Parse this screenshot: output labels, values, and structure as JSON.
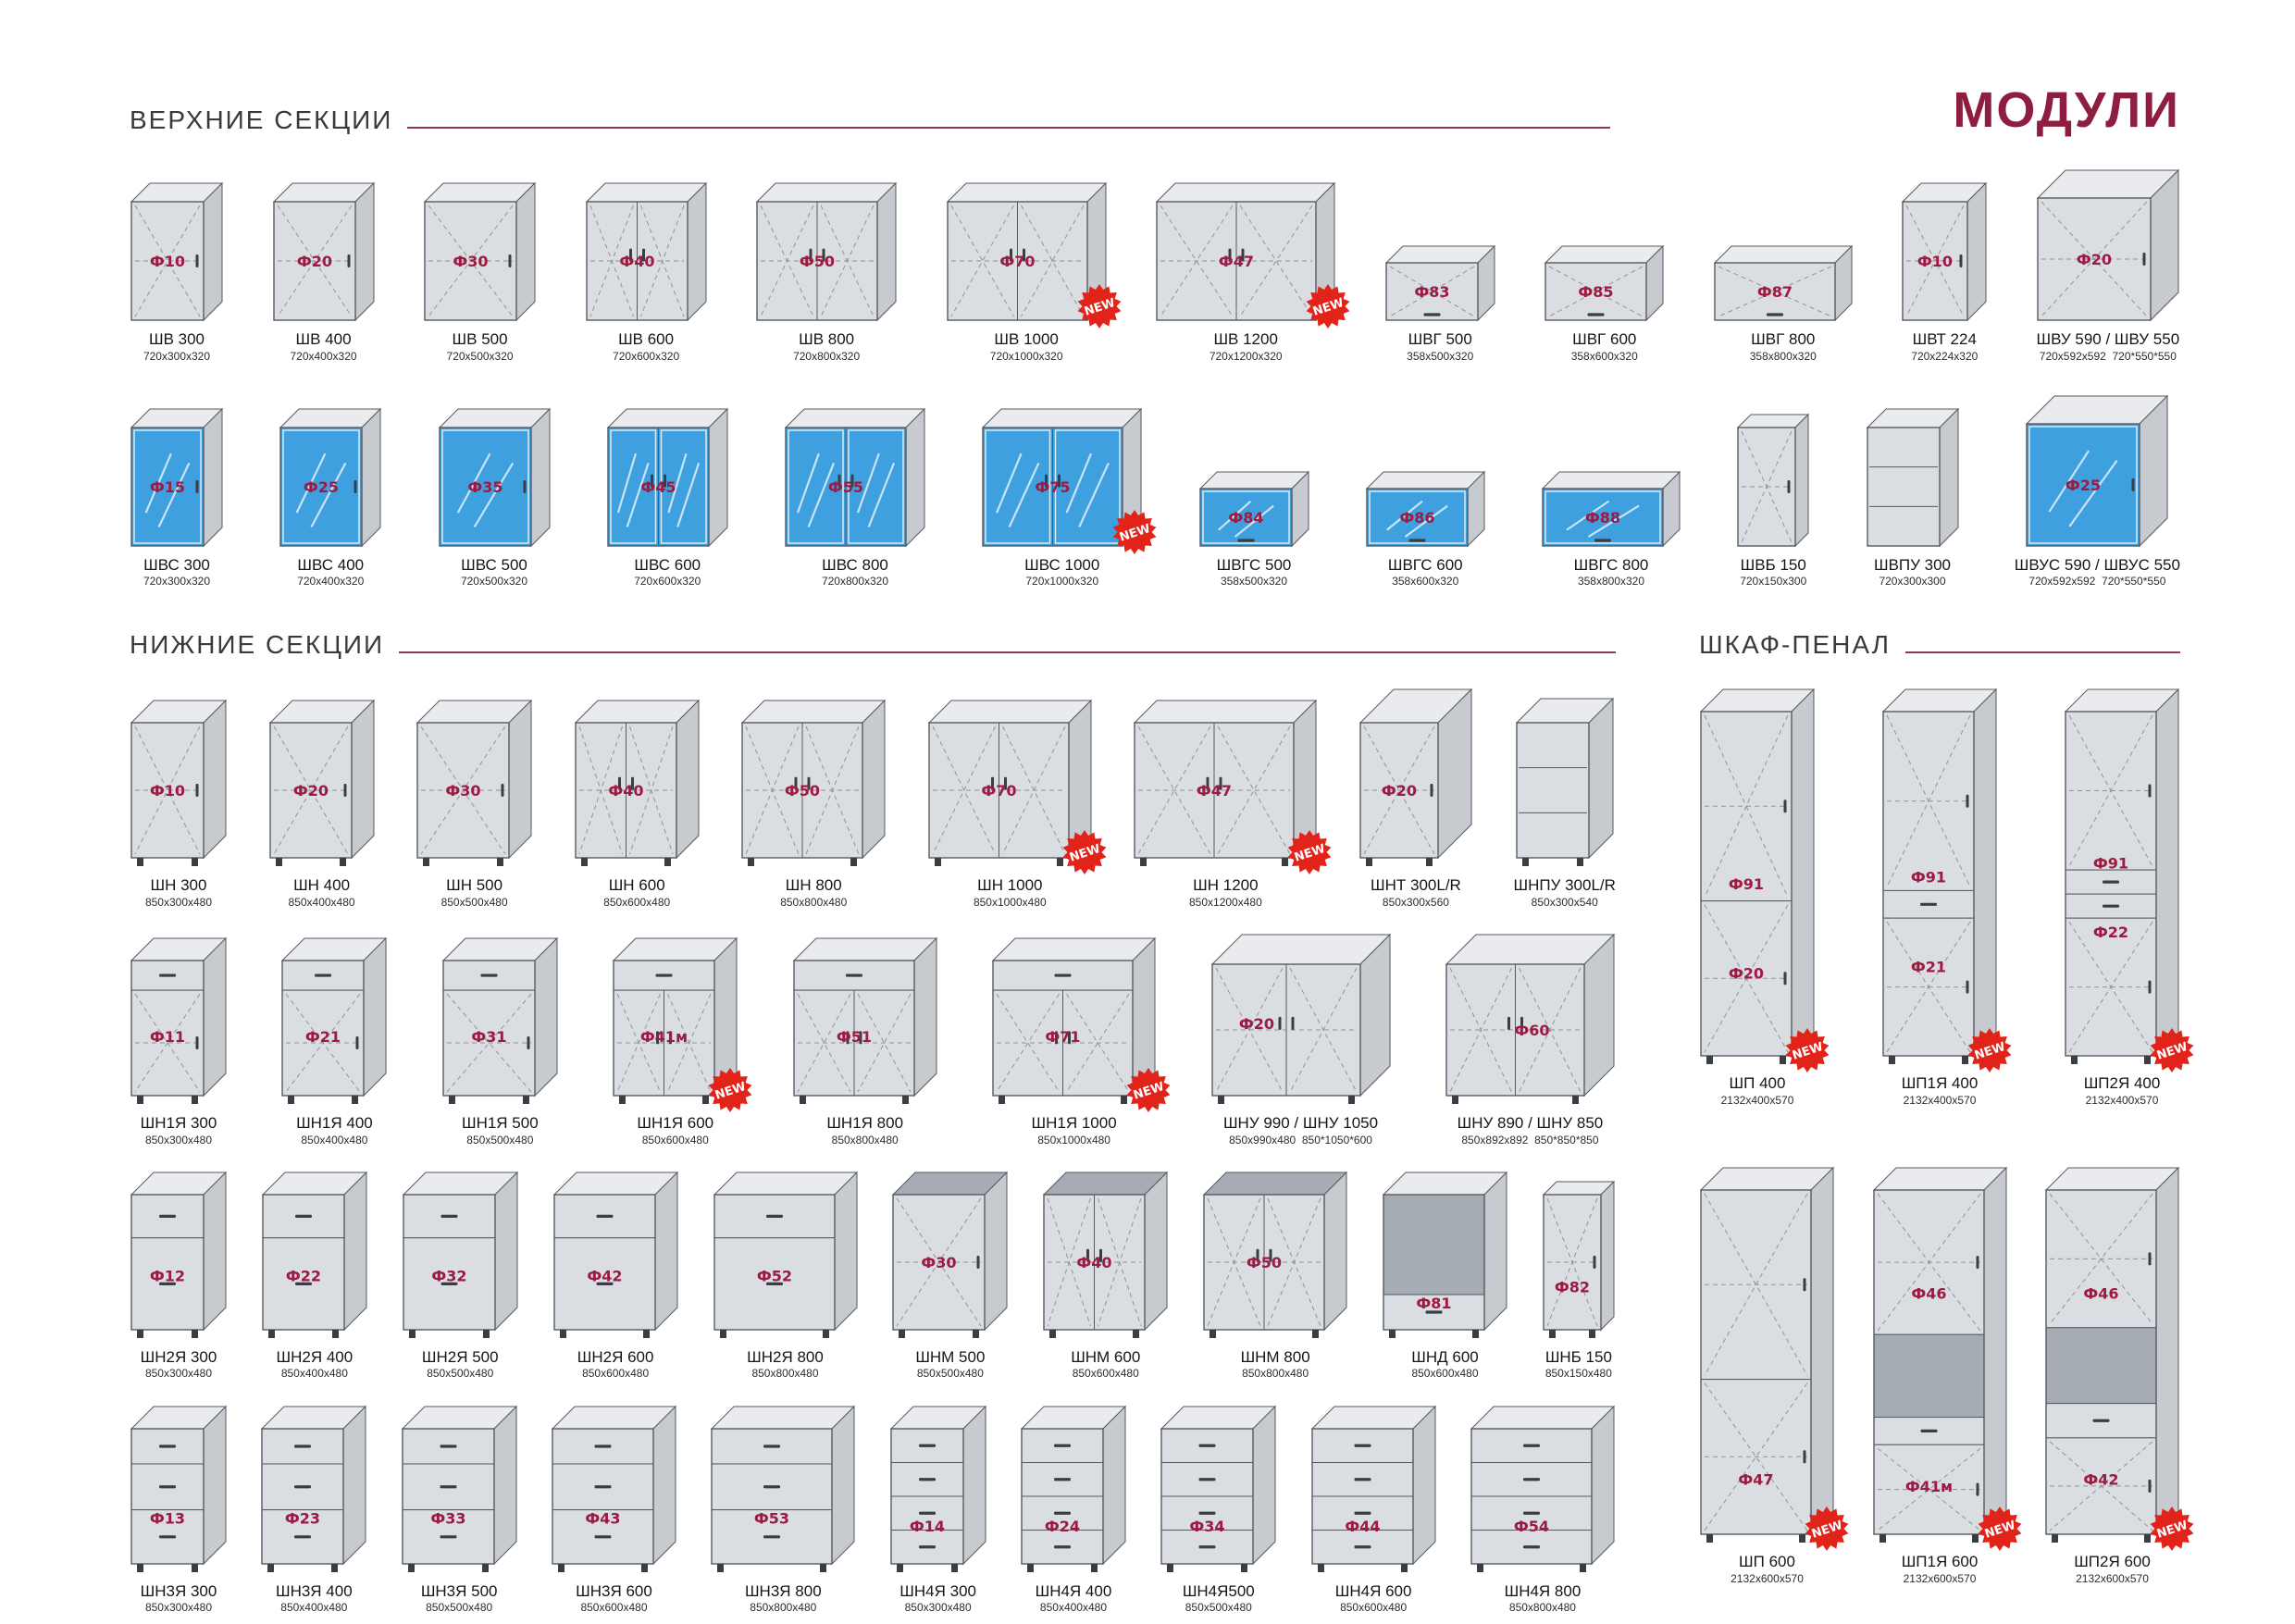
{
  "page_title": "МОДУЛИ",
  "new_label": "NEW",
  "colors": {
    "accent": "#8e1e3f",
    "rule": "#8e3a50",
    "code": "#9d1b42",
    "new_badge": "#e2231a",
    "glass": "#3fa0e0",
    "glass_streak": "#d6ecf9",
    "cab_front": "#dadde1",
    "cab_side": "#c7cbd0",
    "cab_top": "#e9ebee",
    "cab_open": "#a6acb3",
    "line": "#565a60"
  },
  "upper": {
    "title": "ВЕРХНИЕ СЕКЦИИ",
    "rows": [
      [
        {
          "name": "ШВ 300",
          "dims": "720х300х320",
          "code": "Ф10",
          "kind": "u1",
          "wmm": 300
        },
        {
          "name": "ШВ 400",
          "dims": "720х400х320",
          "code": "Ф20",
          "kind": "u1",
          "wmm": 400
        },
        {
          "name": "ШВ 500",
          "dims": "720х500х320",
          "code": "Ф30",
          "kind": "u1",
          "wmm": 500
        },
        {
          "name": "ШВ 600",
          "dims": "720х600х320",
          "code": "Ф40",
          "kind": "u2",
          "wmm": 600
        },
        {
          "name": "ШВ 800",
          "dims": "720х800х320",
          "code": "Ф50",
          "kind": "u2",
          "wmm": 800
        },
        {
          "name": "ШВ 1000",
          "dims": "720х1000х320",
          "code": "Ф70",
          "kind": "u2",
          "wmm": 1000,
          "new": true
        },
        {
          "name": "ШВ 1200",
          "dims": "720х1200х320",
          "code": "Ф47",
          "kind": "u2",
          "wmm": 1200,
          "new": true
        },
        {
          "name": "ШВГ 500",
          "dims": "358х500х320",
          "code": "Ф83",
          "kind": "uh",
          "wmm": 500
        },
        {
          "name": "ШВГ 600",
          "dims": "358х600х320",
          "code": "Ф85",
          "kind": "uh",
          "wmm": 600
        },
        {
          "name": "ШВГ 800",
          "dims": "358х800х320",
          "code": "Ф87",
          "kind": "uh",
          "wmm": 800
        },
        {
          "name": "ШВТ 224",
          "dims": "720х224х320",
          "code": "Ф10",
          "kind": "u1",
          "wmm": 224
        },
        {
          "name": "ШВУ 590 / ШВУ 550",
          "dims": "720х592х592  720*550*550",
          "code": "Ф20",
          "kind": "uu",
          "wmm": 590
        }
      ],
      [
        {
          "name": "ШВС 300",
          "dims": "720х300х320",
          "code": "Ф15",
          "kind": "ug1",
          "wmm": 300
        },
        {
          "name": "ШВС 400",
          "dims": "720х400х320",
          "code": "Ф25",
          "kind": "ug1",
          "wmm": 400
        },
        {
          "name": "ШВС 500",
          "dims": "720х500х320",
          "code": "Ф35",
          "kind": "ug1",
          "wmm": 500
        },
        {
          "name": "ШВС 600",
          "dims": "720х600х320",
          "code": "Ф45",
          "kind": "ug2",
          "wmm": 600
        },
        {
          "name": "ШВС 800",
          "dims": "720х800х320",
          "code": "Ф55",
          "kind": "ug2",
          "wmm": 800
        },
        {
          "name": "ШВС 1000",
          "dims": "720х1000х320",
          "code": "Ф75",
          "kind": "ug2",
          "wmm": 1000,
          "new": true
        },
        {
          "name": "ШВГС 500",
          "dims": "358х500х320",
          "code": "Ф84",
          "kind": "uhg",
          "wmm": 500
        },
        {
          "name": "ШВГС 600",
          "dims": "358х600х320",
          "code": "Ф86",
          "kind": "uhg",
          "wmm": 600
        },
        {
          "name": "ШВГС 800",
          "dims": "358х800х320",
          "code": "Ф88",
          "kind": "uhg",
          "wmm": 800
        },
        {
          "name": "ШВБ 150",
          "dims": "720х150х300",
          "kind": "ub",
          "wmm": 150
        },
        {
          "name": "ШВПУ 300",
          "dims": "720х300х300",
          "kind": "up",
          "wmm": 300
        },
        {
          "name": "ШВУС 590 / ШВУС 550",
          "dims": "720х592х592  720*550*550",
          "code": "Ф25",
          "kind": "uug",
          "wmm": 590
        }
      ]
    ]
  },
  "lower": {
    "title": "НИЖНИЕ СЕКЦИИ",
    "rows": [
      [
        {
          "name": "ШН 300",
          "dims": "850х300х480",
          "code": "Ф10",
          "kind": "b1",
          "wmm": 300
        },
        {
          "name": "ШН 400",
          "dims": "850х400х480",
          "code": "Ф20",
          "kind": "b1",
          "wmm": 400
        },
        {
          "name": "ШН 500",
          "dims": "850х500х480",
          "code": "Ф30",
          "kind": "b1",
          "wmm": 500
        },
        {
          "name": "ШН 600",
          "dims": "850х600х480",
          "code": "Ф40",
          "kind": "b2",
          "wmm": 600
        },
        {
          "name": "ШН 800",
          "dims": "850х800х480",
          "code": "Ф50",
          "kind": "b2",
          "wmm": 800
        },
        {
          "name": "ШН 1000",
          "dims": "850х1000х480",
          "code": "Ф70",
          "kind": "b2",
          "wmm": 1000,
          "new": true
        },
        {
          "name": "ШН 1200",
          "dims": "850х1200х480",
          "code": "Ф47",
          "kind": "b2",
          "wmm": 1200,
          "new": true
        },
        {
          "name": "ШНТ 300L/R",
          "dims": "850х300х560",
          "code": "Ф20",
          "kind": "bt",
          "wmm": 300
        },
        {
          "name": "ШНПУ 300L/R",
          "dims": "850х300х540",
          "kind": "bp",
          "wmm": 300
        }
      ],
      [
        {
          "name": "ШН1Я 300",
          "dims": "850х300х480",
          "code": "Ф11",
          "kind": "b1d",
          "wmm": 300
        },
        {
          "name": "ШН1Я 400",
          "dims": "850х400х480",
          "code": "Ф21",
          "kind": "b1d",
          "wmm": 400
        },
        {
          "name": "ШН1Я 500",
          "dims": "850х500х480",
          "code": "Ф31",
          "kind": "b1d",
          "wmm": 500
        },
        {
          "name": "ШН1Я 600",
          "dims": "850х600х480",
          "code": "Ф41м",
          "kind": "b2d",
          "wmm": 600,
          "new": true
        },
        {
          "name": "ШН1Я 800",
          "dims": "850х800х480",
          "code": "Ф51",
          "kind": "b2d",
          "wmm": 800
        },
        {
          "name": "ШН1Я 1000",
          "dims": "850х1000х480",
          "code": "Ф71",
          "kind": "b2d",
          "wmm": 1000,
          "new": true
        },
        {
          "name": "ШНУ 990 / ШНУ 1050",
          "dims": "850х990х480  850*1050*600",
          "codes": [
            [
              "Ф20",
              0.45,
              0.3
            ]
          ],
          "kind": "bu",
          "wmm": 990
        },
        {
          "name": "ШНУ 890 / ШНУ 850",
          "dims": "850х892х892  850*850*850",
          "codes": [
            [
              "Ф60",
              0.5,
              0.62
            ]
          ],
          "kind": "bu",
          "wmm": 890
        }
      ],
      [
        {
          "name": "ШН2Я 300",
          "dims": "850х300х480",
          "code": "Ф12",
          "kind": "d2",
          "wmm": 300
        },
        {
          "name": "ШН2Я 400",
          "dims": "850х400х480",
          "code": "Ф22",
          "kind": "d2",
          "wmm": 400
        },
        {
          "name": "ШН2Я 500",
          "dims": "850х500х480",
          "code": "Ф32",
          "kind": "d2",
          "wmm": 500
        },
        {
          "name": "ШН2Я 600",
          "dims": "850х600х480",
          "code": "Ф42",
          "kind": "d2",
          "wmm": 600
        },
        {
          "name": "ШН2Я 800",
          "dims": "850х800х480",
          "code": "Ф52",
          "kind": "d2",
          "wmm": 800
        },
        {
          "name": "ШНМ 500",
          "dims": "850х500х480",
          "code": "Ф30",
          "kind": "bm1",
          "wmm": 500
        },
        {
          "name": "ШНМ 600",
          "dims": "850х600х480",
          "code": "Ф40",
          "kind": "bm2",
          "wmm": 600
        },
        {
          "name": "ШНМ 800",
          "dims": "850х800х480",
          "code": "Ф50",
          "kind": "bm2",
          "wmm": 800
        },
        {
          "name": "ШНД 600",
          "dims": "850х600х480",
          "code": "Ф81",
          "kind": "bd",
          "wmm": 600
        },
        {
          "name": "ШНБ 150",
          "dims": "850х150х480",
          "code": "Ф82",
          "kind": "bb",
          "wmm": 150
        }
      ],
      [
        {
          "name": "ШН3Я 300",
          "dims": "850х300х480",
          "code": "Ф13",
          "kind": "d3",
          "wmm": 300
        },
        {
          "name": "ШН3Я 400",
          "dims": "850х400х480",
          "code": "Ф23",
          "kind": "d3",
          "wmm": 400
        },
        {
          "name": "ШН3Я 500",
          "dims": "850х500х480",
          "code": "Ф33",
          "kind": "d3",
          "wmm": 500
        },
        {
          "name": "ШН3Я 600",
          "dims": "850х600х480",
          "code": "Ф43",
          "kind": "d3",
          "wmm": 600
        },
        {
          "name": "ШН3Я 800",
          "dims": "850х800х480",
          "code": "Ф53",
          "kind": "d3",
          "wmm": 800
        },
        {
          "name": "ШН4Я 300",
          "dims": "850х300х480",
          "code": "Ф14",
          "kind": "d4",
          "wmm": 300
        },
        {
          "name": "ШН4Я 400",
          "dims": "850х400х480",
          "code": "Ф24",
          "kind": "d4",
          "wmm": 400
        },
        {
          "name": "ШН4Я500",
          "dims": "850х500х480",
          "code": "Ф34",
          "kind": "d4",
          "wmm": 500
        },
        {
          "name": "ШН4Я 600",
          "dims": "850х600х480",
          "code": "Ф44",
          "kind": "d4",
          "wmm": 600
        },
        {
          "name": "ШН4Я 800",
          "dims": "850х800х480",
          "code": "Ф54",
          "kind": "d4",
          "wmm": 800
        }
      ]
    ]
  },
  "pencil": {
    "title": "ШКАФ-ПЕНАЛ",
    "rows": [
      [
        {
          "name": "ШП 400",
          "dims": "2132х400х570",
          "codes": [
            [
              "Ф91",
              0.5
            ],
            [
              "Ф20",
              0.76
            ]
          ],
          "kind": "p0",
          "wmm": 400,
          "new": true
        },
        {
          "name": "ШП1Я 400",
          "dims": "2132х400х570",
          "codes": [
            [
              "Ф91",
              0.48
            ],
            [
              "Ф21",
              0.74
            ]
          ],
          "kind": "p1",
          "wmm": 400,
          "new": true
        },
        {
          "name": "ШП2Я 400",
          "dims": "2132х400х570",
          "codes": [
            [
              "Ф91",
              0.44
            ],
            [
              "Ф22",
              0.64
            ]
          ],
          "kind": "p2",
          "wmm": 400,
          "new": true
        }
      ],
      [
        {
          "name": "ШП 600",
          "dims": "2132х600х570",
          "codes": [
            [
              "Ф47",
              0.84
            ]
          ],
          "kind": "p0",
          "wmm": 600,
          "new": true
        },
        {
          "name": "ШП1Я 600",
          "dims": "2132х600х570",
          "codes": [
            [
              "Ф46",
              0.3
            ],
            [
              "Ф41м",
              0.86
            ]
          ],
          "kind": "p1n",
          "wmm": 600,
          "new": true
        },
        {
          "name": "ШП2Я 600",
          "dims": "2132х600х570",
          "codes": [
            [
              "Ф46",
              0.3
            ],
            [
              "Ф42",
              0.84
            ]
          ],
          "kind": "p2n",
          "wmm": 600,
          "new": true
        }
      ]
    ]
  }
}
